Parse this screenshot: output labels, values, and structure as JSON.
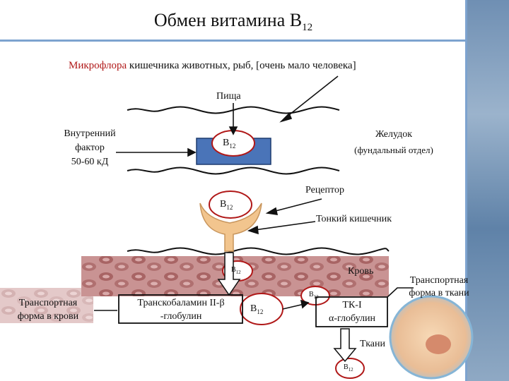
{
  "title": {
    "main": "Обмен витамина В",
    "sub": "12"
  },
  "source": {
    "highlight": "Микрофлора",
    "rest": " кишечника животных, рыб, [очень мало человека]"
  },
  "food": "Пища",
  "intrinsic_factor": {
    "line1": "Внутренний",
    "line2": "фактор",
    "line3": "50-60 кД"
  },
  "stomach": {
    "name": "Желудок",
    "note": "(фундальный отдел)"
  },
  "receptor": "Рецептор",
  "small_intestine": "Тонкий кишечник",
  "blood": "Кровь",
  "vitamin": {
    "letter": "В",
    "sub": "12"
  },
  "transport_blood": {
    "line1": "Транспортная",
    "line2": "форма в крови"
  },
  "transcobalamin": {
    "line1": "Транскобаламин II-β",
    "line2": "-глобулин"
  },
  "tk": {
    "line1": "ТК-I",
    "line2": "α-глобулин"
  },
  "transport_tissue": {
    "line1": "Транспортная",
    "line2": "форма в ткани"
  },
  "tissues": "Ткани",
  "colors": {
    "accent_red": "#b01818",
    "stomach_blue": "#4a74b8",
    "receptor_tan": "#f2c58e",
    "blood_red": "#c98a8a",
    "frame_blue": "#7da3cf"
  }
}
